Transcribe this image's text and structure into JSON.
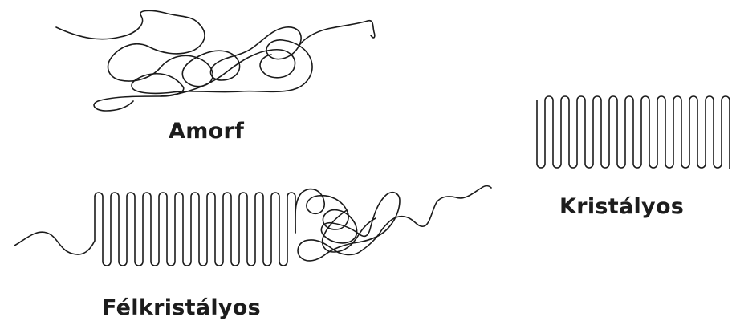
{
  "diagram": {
    "labels": {
      "amorphous": "Amorf",
      "crystalline": "Kristályos",
      "semicrystalline": "Félkristályos"
    }
  }
}
